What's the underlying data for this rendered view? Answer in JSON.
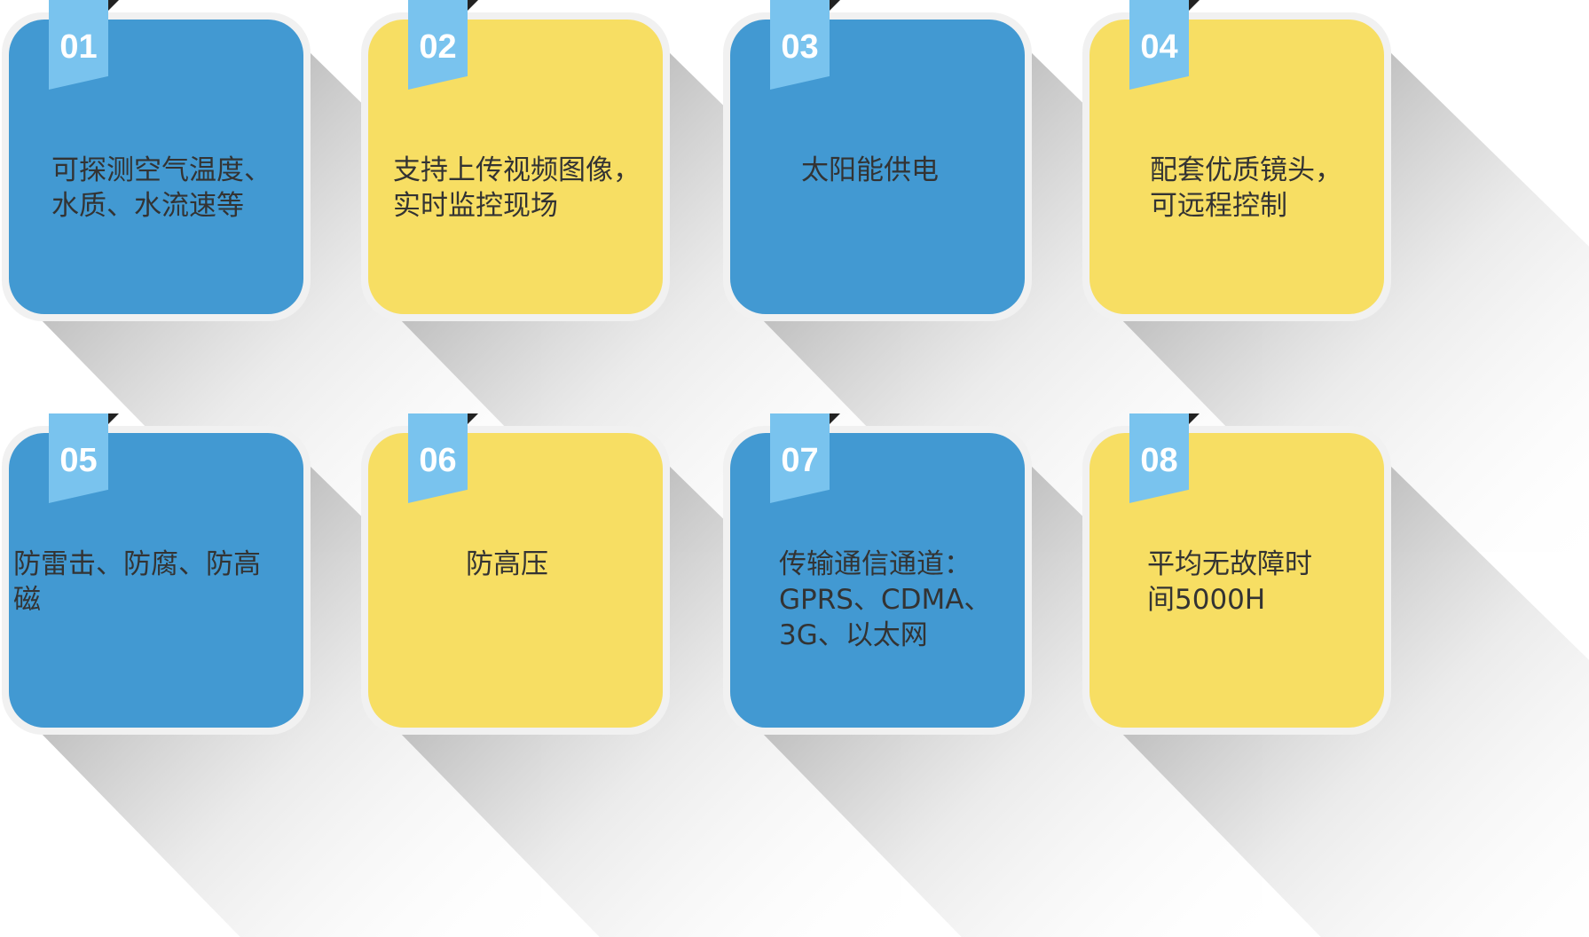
{
  "colors": {
    "blue": "#4299d2",
    "yellow": "#f7de63",
    "tab": "#79c3ee",
    "border": "#f1f1f1",
    "text": "#333333"
  },
  "cards": [
    {
      "number": "01",
      "text": "可探测空气温度、\n水质、水流速等",
      "color": "blue"
    },
    {
      "number": "02",
      "text": "支持上传视频图像，\n实时监控现场",
      "color": "yellow"
    },
    {
      "number": "03",
      "text": "太阳能供电",
      "color": "blue"
    },
    {
      "number": "04",
      "text": "配套优质镜头，\n可远程控制",
      "color": "yellow"
    },
    {
      "number": "05",
      "text": "防雷击、防腐、防高磁",
      "color": "blue"
    },
    {
      "number": "06",
      "text": "防高压",
      "color": "yellow"
    },
    {
      "number": "07",
      "text": "传输通信通道：\nGPRS、CDMA、\n3G、以太网",
      "color": "blue"
    },
    {
      "number": "08",
      "text": "平均无故障时\n间5000H",
      "color": "yellow"
    }
  ]
}
